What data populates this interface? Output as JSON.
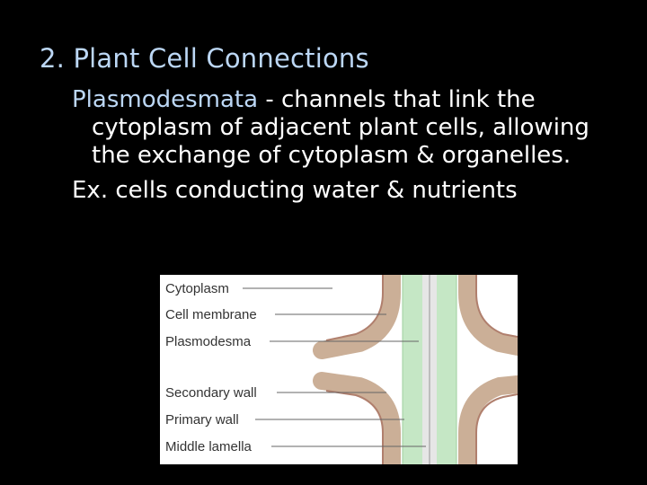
{
  "slide": {
    "title": "2. Plant Cell Connections",
    "definition_term": "Plasmodesmata",
    "definition_text": " - channels that link the cytoplasm of adjacent plant cells, allowing the exchange of cytoplasm & organelles.",
    "example": "Ex. cells conducting water & nutrients"
  },
  "diagram": {
    "labels": [
      "Cytoplasm",
      "Cell membrane",
      "Plasmodesma",
      "Secondary wall",
      "Primary wall",
      "Middle lamella"
    ]
  },
  "colors": {
    "background": "#000000",
    "title": "#bcd7f5",
    "body_text": "#ffffff",
    "secondary_wall": "#cbaf97",
    "cell_membrane": "#b07f6d",
    "primary_wall": "#c5e7c5",
    "middle_lamella": "#d4d4d4"
  }
}
